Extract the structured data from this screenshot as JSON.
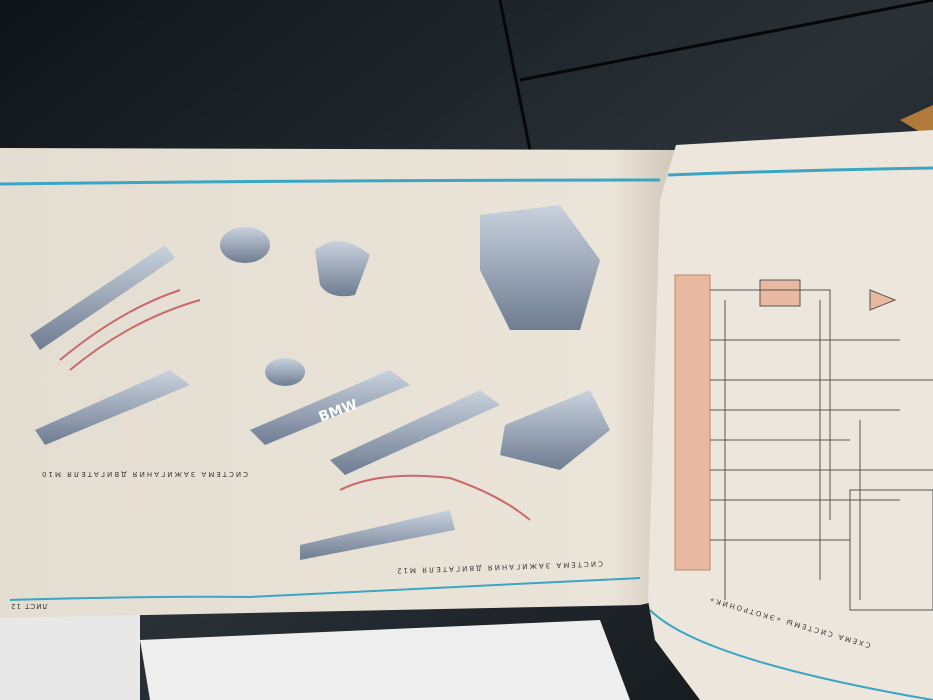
{
  "left_page": {
    "caption_m10": "Система зажигания двигателя М10",
    "caption_m12": "Система зажигания двигателя М12",
    "sheet_label": "Лист 12",
    "part_badge": "BMW"
  },
  "right_page": {
    "caption": "Схема системы «Экотроник»"
  },
  "colors": {
    "background": "#1a2026",
    "paper": "#e9e2d6",
    "accent_line": "#3aa6c4",
    "schematic_fill": "#e8b9a0"
  }
}
